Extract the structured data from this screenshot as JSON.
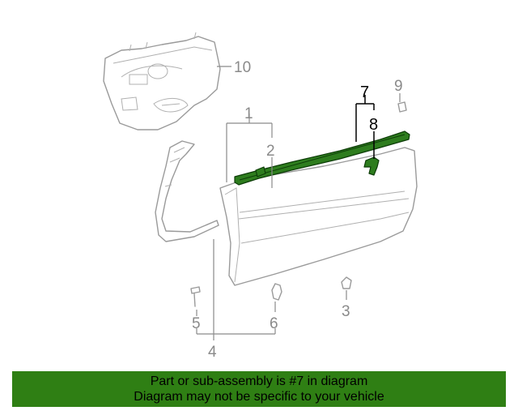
{
  "callouts": {
    "c1": "1",
    "c2": "2",
    "c3": "3",
    "c4": "4",
    "c5": "5",
    "c6": "6",
    "c7": "7",
    "c8": "8",
    "c9": "9",
    "c10": "10"
  },
  "banner": {
    "line1": "Part or sub-assembly is #7 in diagram",
    "line2": "Diagram may not be specific to your vehicle"
  },
  "colors": {
    "highlight": "#2e7d1e",
    "banner": "#2f7f14",
    "line": "#9a9a9a"
  }
}
